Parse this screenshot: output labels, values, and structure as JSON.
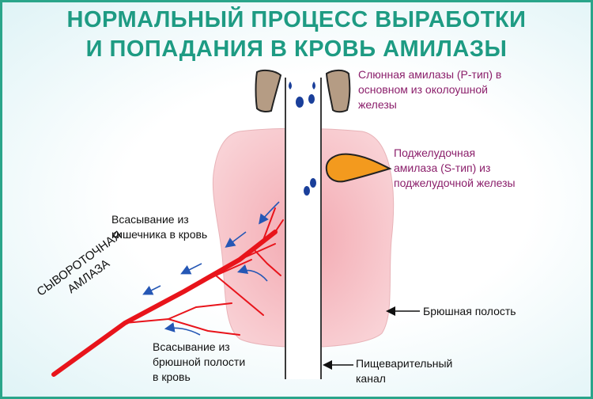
{
  "title": {
    "line1": "НОРМАЛЬНЫЙ ПРОЦЕСС ВЫРАБОТКИ",
    "line2": "И ПОПАДАНИЯ В КРОВЬ АМИЛАЗЫ"
  },
  "labels": {
    "salivary": [
      "Слюнная амилазы (Р-тип) в",
      "основном из околоушной",
      "железы"
    ],
    "pancreatic": [
      "Поджелудочная",
      "амилаза (S-тип) из",
      "поджелудочной железы"
    ],
    "absorption_intestine": [
      "Всасывание из",
      "кишечника в кровь"
    ],
    "absorption_abdominal": [
      "Всасывание из",
      "брюшной полости",
      "в кровь"
    ],
    "abdominal_cavity": "Брюшная полость",
    "digestive_canal": [
      "Пищеварительный",
      "канал"
    ],
    "serum_amylase": [
      "СЫВОРОТОЧНАЯ",
      "АМЛАЗА"
    ]
  },
  "colors": {
    "title": "#1e9b83",
    "border": "#2aa58a",
    "purple_text": "#8b1f6b",
    "vessel": "#e8141b",
    "abdomen_fill": "#f7c3c8",
    "gland_fill": "#f39a1e",
    "salivary_fill": "#b59c84",
    "droplet": "#1a3f9a",
    "arrow_blue": "#2557b5"
  },
  "icons": [
    "salivary-gland-icon",
    "pancreas-icon",
    "amylase-droplet-icon",
    "blood-vessel-icon"
  ]
}
